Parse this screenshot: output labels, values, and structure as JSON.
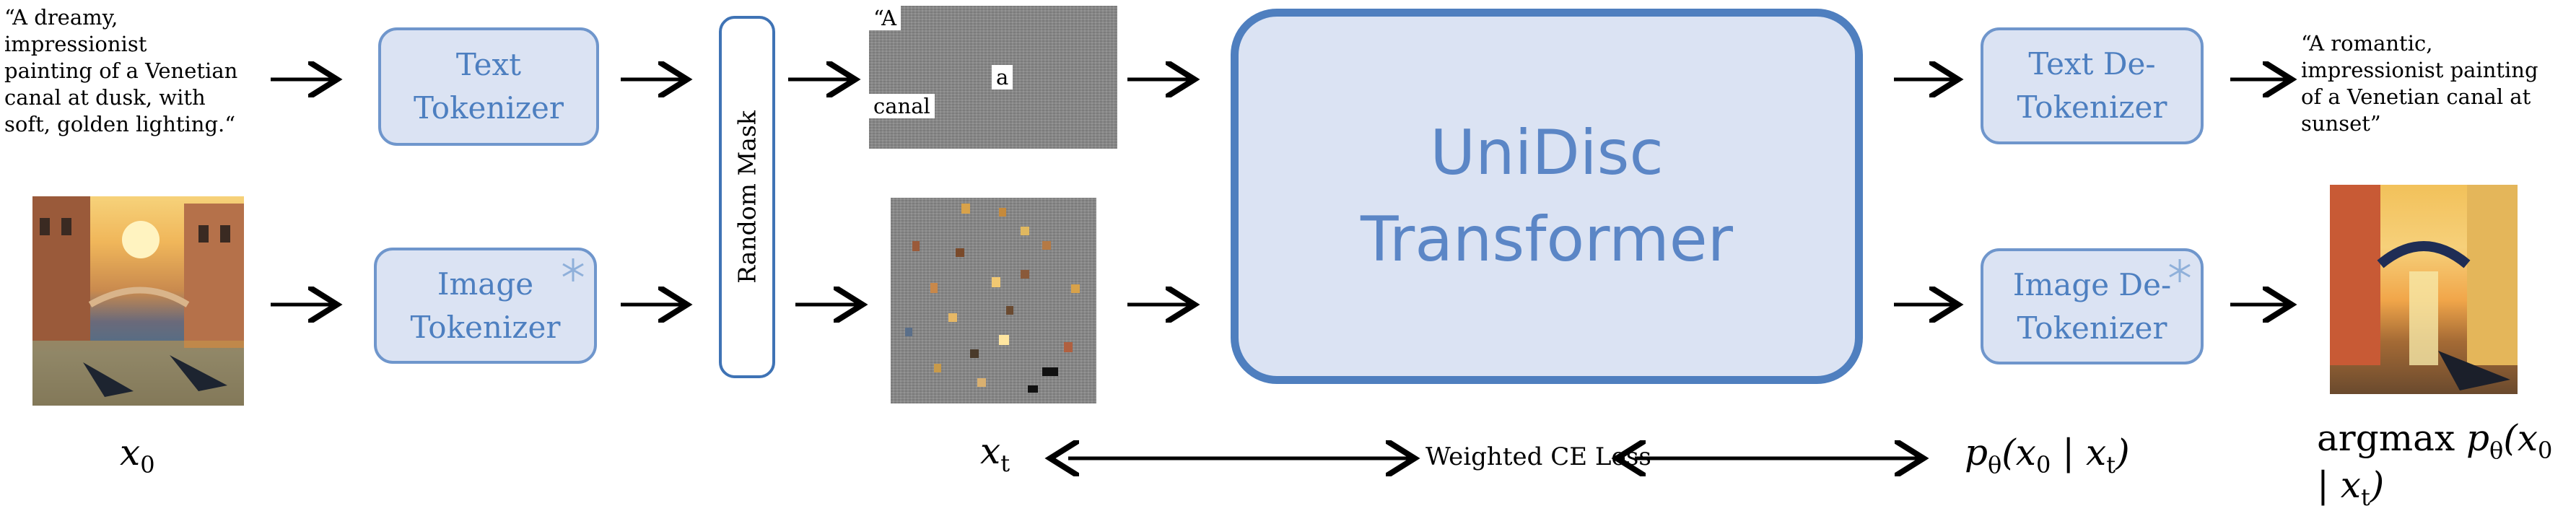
{
  "input_caption": "“A dreamy,\nimpressionist\npainting of a Venetian\ncanal at dusk, with\nsoft, golden lighting.“",
  "output_caption": "“A romantic,\nimpressionist painting\nof a Venetian canal at\nsunset”",
  "text_tokenizer": "Text\nTokenizer",
  "image_tokenizer": "Image\nTokenizer",
  "random_mask": "Random Mask",
  "masked_text_tokens": [
    "“A",
    "a",
    "canal"
  ],
  "transformer": "UniDisc\nTransformer",
  "text_detokenizer": "Text De-\nTokenizer",
  "image_detokenizer": "Image De-\nTokenizer",
  "bottom_labels": {
    "x0": "x",
    "x0_sub": "0",
    "xt": "x",
    "xt_sub": "t",
    "loss": "Weighted CE Loss",
    "p_theta": "p",
    "p_theta_sub": "θ",
    "p_theta_args": "(x",
    "p_theta_args_sub": "0",
    "p_theta_cond": " | x",
    "p_theta_cond_sub": "t",
    "p_theta_close": ")",
    "argmax": "argmax "
  },
  "icons": [
    "snowflake-icon",
    "snowflake-icon"
  ],
  "colors": {
    "box_fill": "#dbe3f3",
    "box_border": "#6f96cc",
    "box_text": "#4d7fc0",
    "main_border": "#4f7fbf",
    "mask_border": "#3f73b5"
  }
}
